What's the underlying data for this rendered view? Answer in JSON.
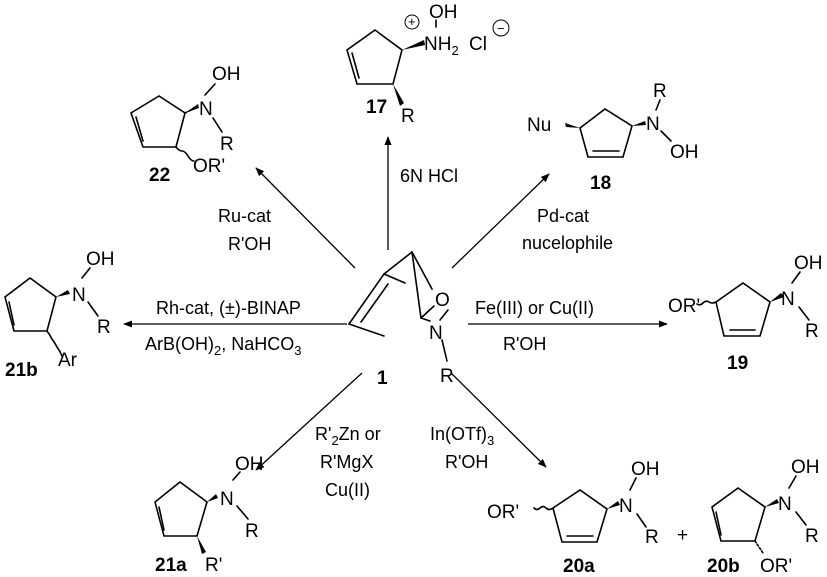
{
  "compounds": {
    "c1": {
      "number": "1",
      "atoms": {
        "O": "O",
        "N": "N",
        "R": "R"
      }
    },
    "c17": {
      "number": "17",
      "atoms": {
        "O": "OH",
        "N": "N",
        "H2": "H",
        "sub2": "2",
        "Cl": "Cl",
        "R": "R"
      },
      "charges": {
        "plus": "+",
        "minus": "−"
      }
    },
    "c22": {
      "number": "22",
      "atoms": {
        "O": "OH",
        "N": "N",
        "R": "R",
        "OR": "OR'"
      }
    },
    "c18": {
      "number": "18",
      "atoms": {
        "Nu": "Nu",
        "N": "N",
        "R": "R",
        "O": "OH"
      }
    },
    "c21b": {
      "number": "21b",
      "atoms": {
        "O": "OH",
        "N": "N",
        "R": "R",
        "Ar": "Ar"
      }
    },
    "c19": {
      "number": "19",
      "atoms": {
        "OR": "OR'",
        "N": "N",
        "O": "OH",
        "R": "R"
      }
    },
    "c21a": {
      "number": "21a",
      "atoms": {
        "O": "OH",
        "N": "N",
        "R": "R",
        "Rp": "R'"
      }
    },
    "c20a": {
      "number": "20a",
      "atoms": {
        "OR": "OR'",
        "N": "N",
        "O": "OH",
        "R": "R"
      }
    },
    "c20b": {
      "number": "20b",
      "atoms": {
        "O": "OH",
        "N": "N",
        "R": "R",
        "OR": "OR'"
      }
    }
  },
  "plus_sign": "+",
  "conditions": {
    "to17": {
      "line1": "6N HCl"
    },
    "to22": {
      "line1": "Ru-cat",
      "line2": "R'OH"
    },
    "to18": {
      "line1": "Pd-cat",
      "line2": "nucelophile"
    },
    "to21b": {
      "line1": "Rh-cat, (±)-BINAP",
      "line2_a": "ArB(OH)",
      "line2_sub": "2",
      "line2_b": ", NaHCO",
      "line2_sub2": "3"
    },
    "to19": {
      "line1": "Fe(III) or Cu(II)",
      "line2": "R'OH"
    },
    "to21a": {
      "line1_a": "R'",
      "line1_sub": "2",
      "line1_b": "Zn or",
      "line2": "R'MgX",
      "line3": "Cu(II)"
    },
    "to20": {
      "line1_a": "In(OTf)",
      "line1_sub": "3",
      "line2": "R'OH"
    }
  }
}
